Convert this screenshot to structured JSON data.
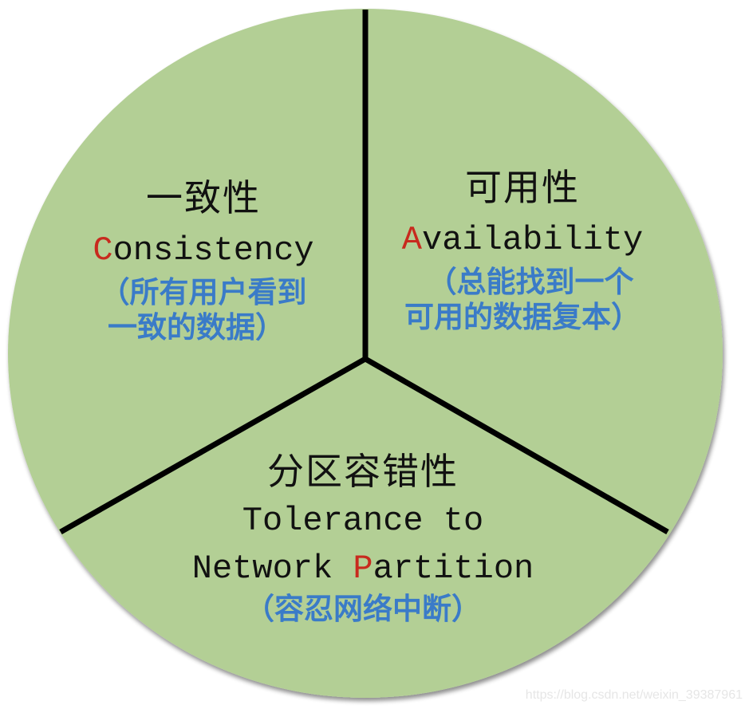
{
  "diagram": {
    "type": "CAP theorem pie diagram",
    "fill_color": "#b3cf95",
    "line_color": "#000000",
    "accent_color": "#c82a1e",
    "note_color": "#3a7bc8",
    "sections": [
      {
        "id": "consistency",
        "title_zh": "一致性",
        "title_en_initial": "C",
        "title_en_rest": "onsistency",
        "note_line1": "（所有用户看到",
        "note_line2": "一致的数据）"
      },
      {
        "id": "availability",
        "title_zh": "可用性",
        "title_en_initial": "A",
        "title_en_rest": "vailability",
        "note_line1": "（总能找到一个",
        "note_line2": "可用的数据复本）"
      },
      {
        "id": "partition-tolerance",
        "title_zh": "分区容错性",
        "title_en_line1": "Tolerance to",
        "title_en_line2_pre": "Network ",
        "title_en_initial": "P",
        "title_en_line2_post": "artition",
        "note_line1": "（容忍网络中断）"
      }
    ]
  },
  "watermark": "https://blog.csdn.net/weixin_39387961"
}
